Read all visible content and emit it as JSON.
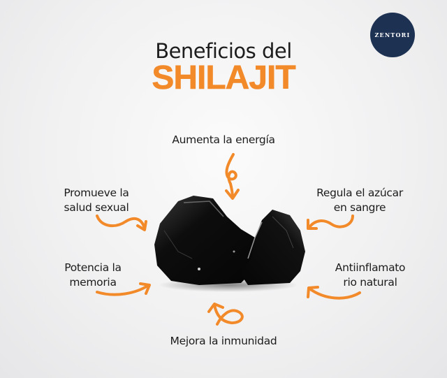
{
  "header": {
    "title_line1": "Beneficios del",
    "title_line2": "SHILAJIT"
  },
  "logo": {
    "text": "ZENTORI",
    "bg_color": "#1d3153"
  },
  "accent_color": "#f28a2a",
  "center_image": {
    "subject": "shilajit-rock",
    "description": "Two glossy black resin rock pieces"
  },
  "benefits": [
    {
      "id": "energy",
      "label": "Aumenta la energía",
      "position": "top"
    },
    {
      "id": "sexual-health",
      "label_line1": "Promueve la",
      "label_line2": "salud sexual",
      "position": "upper-left"
    },
    {
      "id": "blood-sugar",
      "label_line1": "Regula el azúcar",
      "label_line2": "en sangre",
      "position": "upper-right"
    },
    {
      "id": "memory",
      "label_line1": "Potencia la",
      "label_line2": "memoria",
      "position": "lower-left"
    },
    {
      "id": "anti-inflammatory",
      "label_line1": "Antiinflamato",
      "label_line2": "rio natural",
      "position": "lower-right"
    },
    {
      "id": "immunity",
      "label": "Mejora la inmunidad",
      "position": "bottom"
    }
  ]
}
